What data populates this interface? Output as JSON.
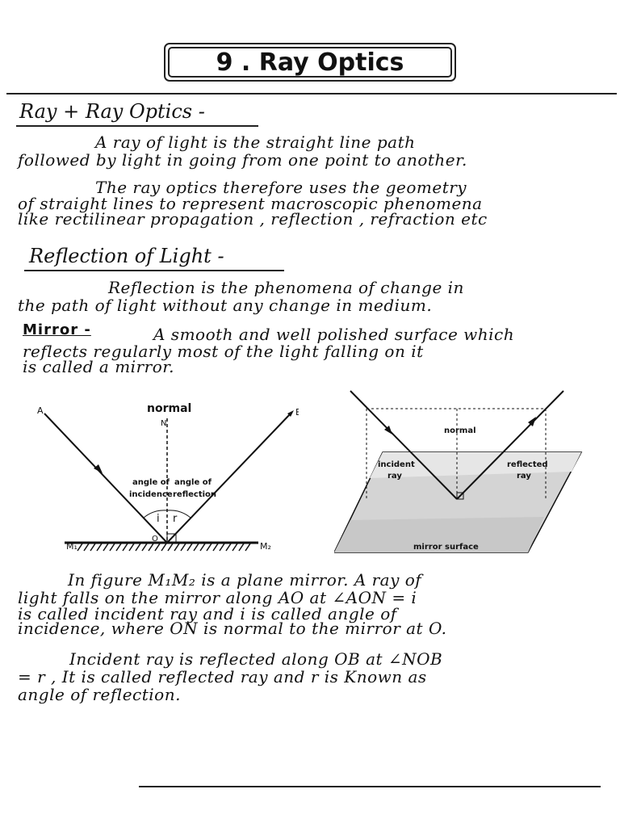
{
  "title": "9 . Ray Optics",
  "section1": {
    "heading": "Ray + Ray Optics -",
    "lines": [
      "A ray of light is the straight line path",
      "followed by light in going from one point to another.",
      "The ray optics therefore uses the geometry",
      "of straight lines to represent macroscopic phenomena",
      "like rectilinear propagation , reflection , refraction etc"
    ]
  },
  "section2": {
    "heading": "Reflection of Light -",
    "lines": [
      "Reflection is the phenomena of change in",
      "the path of light without any change in medium."
    ],
    "mirror_label": "Mirror -",
    "mirror_lines": [
      "A smooth and well polished surface which",
      "reflects regularly most of the light falling on it",
      "is called a mirror."
    ]
  },
  "diagram_left": {
    "normal_label": "normal",
    "point_n": "N",
    "point_a": "A",
    "point_b": "B",
    "point_o": "O",
    "angle_incidence_1": "angle of",
    "angle_incidence_2": "incidence",
    "angle_reflection_1": "angle of",
    "angle_reflection_2": "reflection",
    "symbol_i": "i",
    "symbol_r": "r",
    "m1": "M₁",
    "m2": "M₂"
  },
  "diagram_right": {
    "normal_label": "normal",
    "incident_1": "incident",
    "incident_2": "ray",
    "reflected_1": "reflected",
    "reflected_2": "ray",
    "surface_label": "mirror surface"
  },
  "section3": {
    "lines": [
      "In figure M₁M₂ is a plane mirror. A ray of",
      "light falls on the mirror along AO at ∠AON = i",
      "is called incident ray and i is called angle of",
      "incidence, where ON is normal to the mirror at O.",
      "Incident ray is reflected along OB at ∠NOB",
      "= r , It is called reflected ray and r is Known as",
      "angle of reflection."
    ]
  }
}
